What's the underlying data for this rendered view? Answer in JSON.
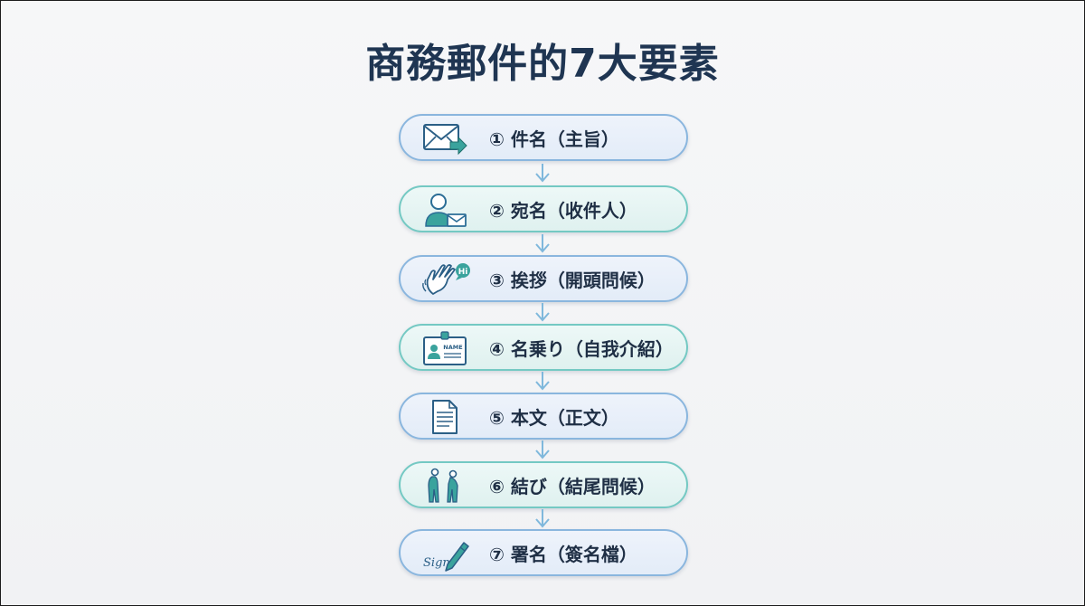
{
  "title": "商務郵件的7大要素",
  "steps": [
    {
      "label": "① 件名（主旨）",
      "icon": "email-send-icon"
    },
    {
      "label": "② 宛名（收件人）",
      "icon": "recipient-icon"
    },
    {
      "label": "③ 挨拶（開頭問候）",
      "icon": "waving-hand-icon",
      "icon_text": "Hi"
    },
    {
      "label": "④ 名乗り（自我介紹）",
      "icon": "name-badge-icon",
      "icon_text": "NAME"
    },
    {
      "label": "⑤ 本文（正文）",
      "icon": "document-icon"
    },
    {
      "label": "⑥ 結び（結尾問候）",
      "icon": "bowing-people-icon"
    },
    {
      "label": "⑦ 署名（簽名檔）",
      "icon": "signature-pen-icon",
      "icon_text": "Sign"
    }
  ],
  "colors": {
    "title": "#1f3552",
    "blue_border": "#8ab6de",
    "teal_border": "#74c9c3",
    "icon_blue": "#2b6d96",
    "icon_teal": "#3aa39d",
    "arrow": "#7fb8dc"
  }
}
